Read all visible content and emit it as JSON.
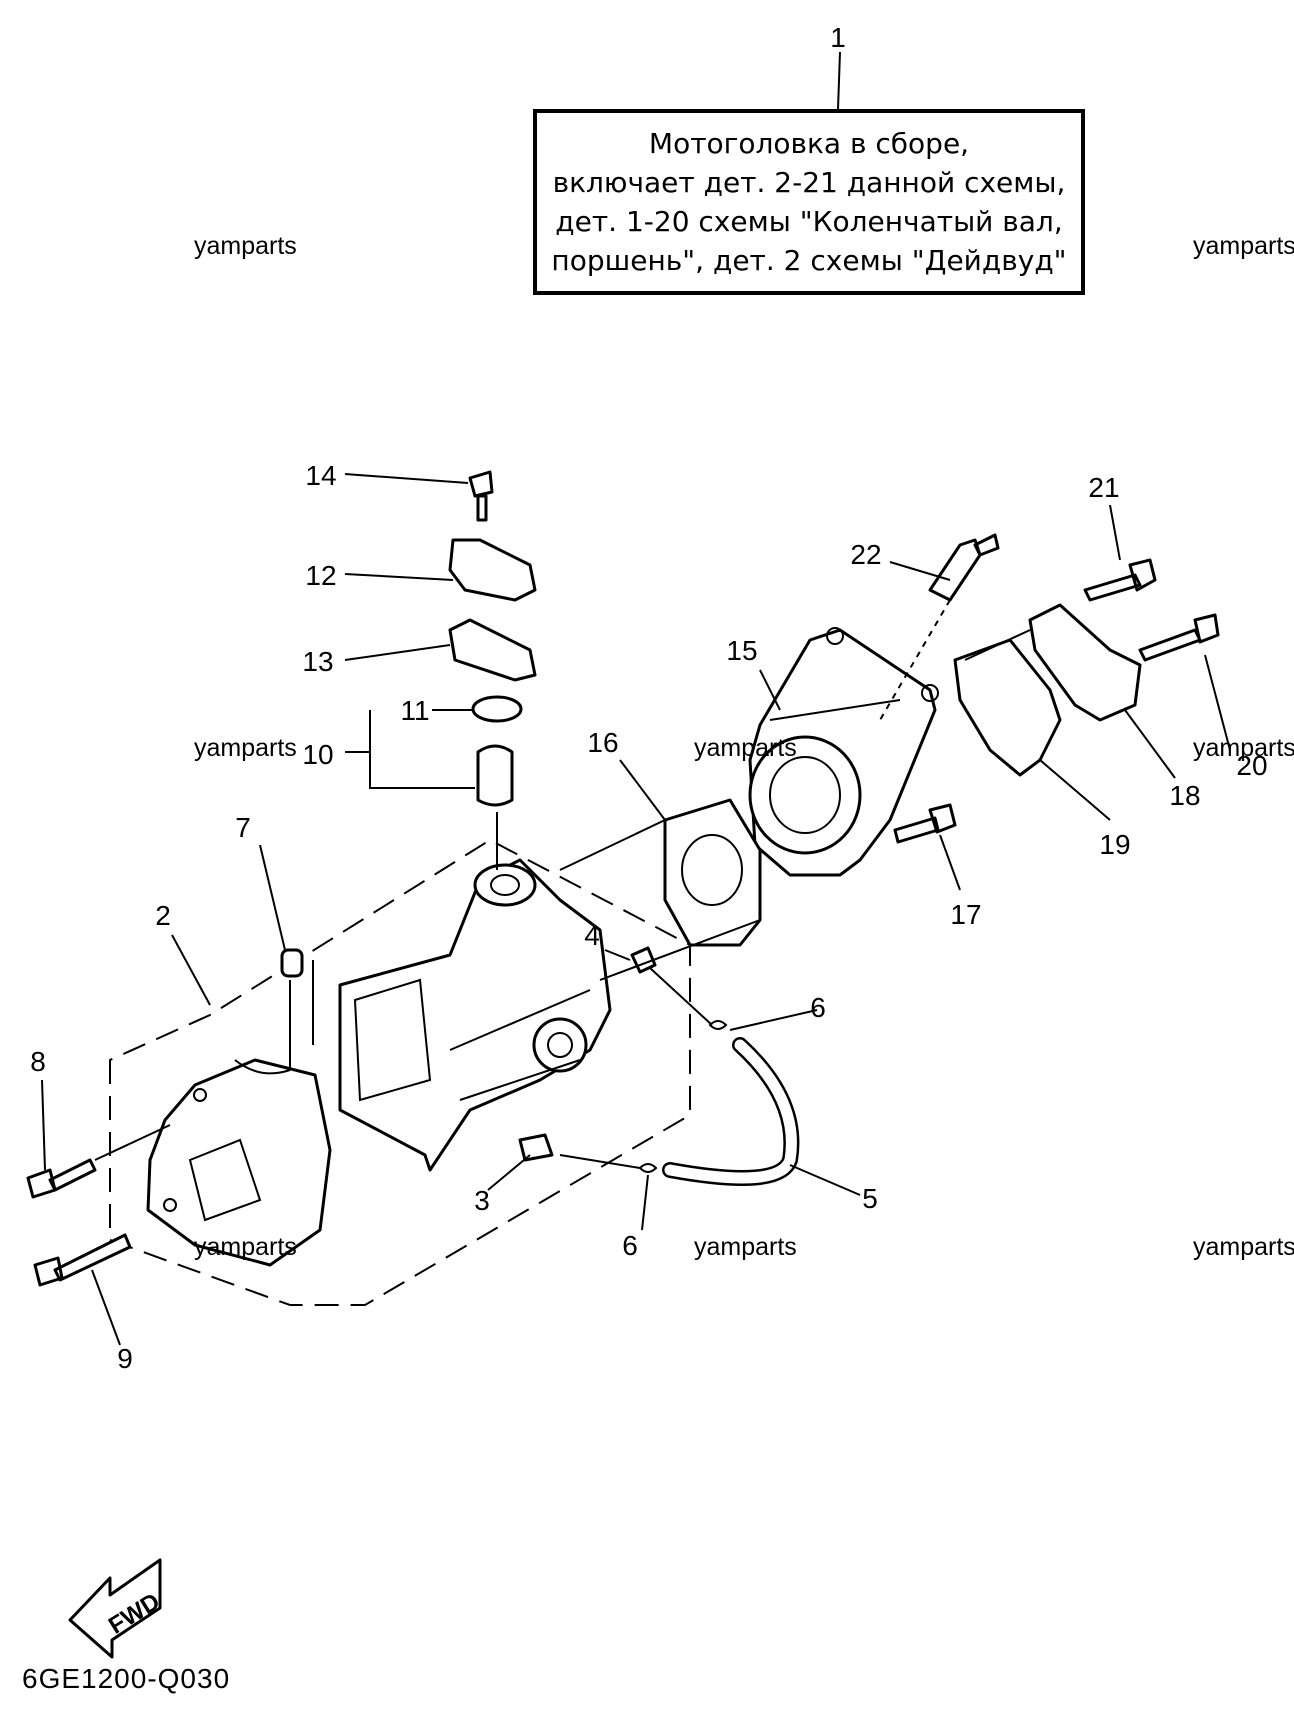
{
  "note_box": {
    "lines": [
      "Мотоголовка в сборе,",
      "включает дет. 2-21 данной схемы,",
      "дет. 1-20 схемы \"Коленчатый вал,",
      "поршень\", дет. 2 схемы \"Дейдвуд\""
    ]
  },
  "watermark": "yamparts",
  "part_numbers": [
    "1",
    "2",
    "3",
    "4",
    "5",
    "6",
    "6",
    "7",
    "8",
    "9",
    "10",
    "11",
    "12",
    "13",
    "14",
    "15",
    "16",
    "17",
    "18",
    "19",
    "20",
    "21",
    "22"
  ],
  "fwd_label": "FWD",
  "diagram_code": "6GE1200-Q030"
}
